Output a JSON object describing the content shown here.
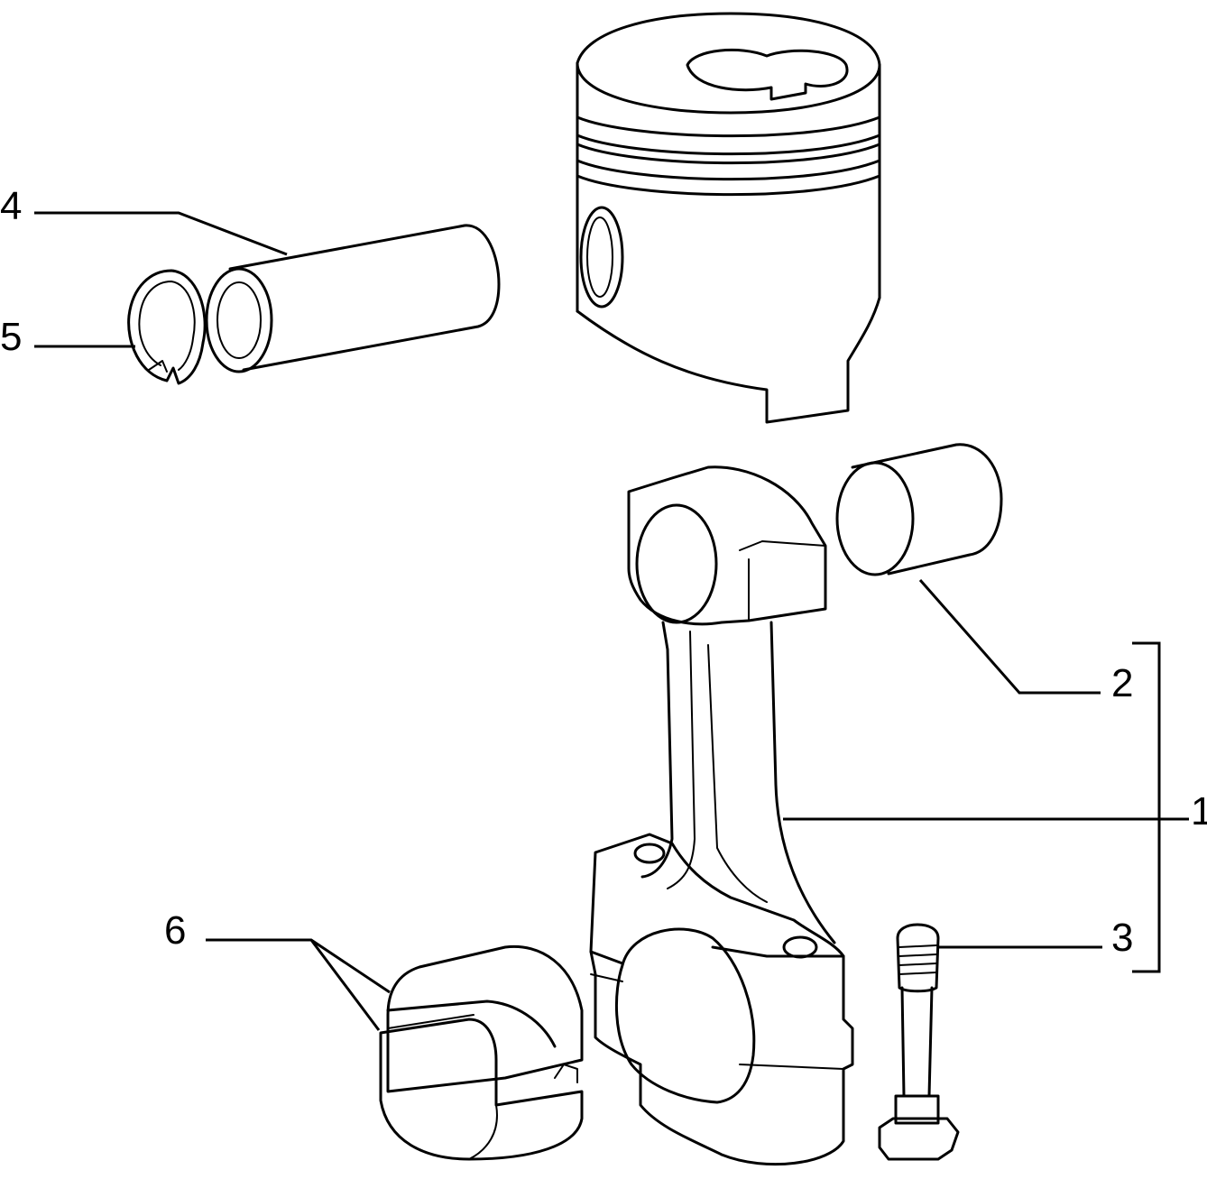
{
  "diagram": {
    "callouts": [
      {
        "id": "1",
        "label": "1",
        "part": "connecting-rod"
      },
      {
        "id": "2",
        "label": "2",
        "part": "small-end-bushing"
      },
      {
        "id": "3",
        "label": "3",
        "part": "rod-bolt"
      },
      {
        "id": "4",
        "label": "4",
        "part": "piston-pin"
      },
      {
        "id": "5",
        "label": "5",
        "part": "circlip"
      },
      {
        "id": "6",
        "label": "6",
        "part": "big-end-bearing-shells"
      }
    ],
    "colors": {
      "line": "#000000",
      "background": "#ffffff"
    }
  }
}
